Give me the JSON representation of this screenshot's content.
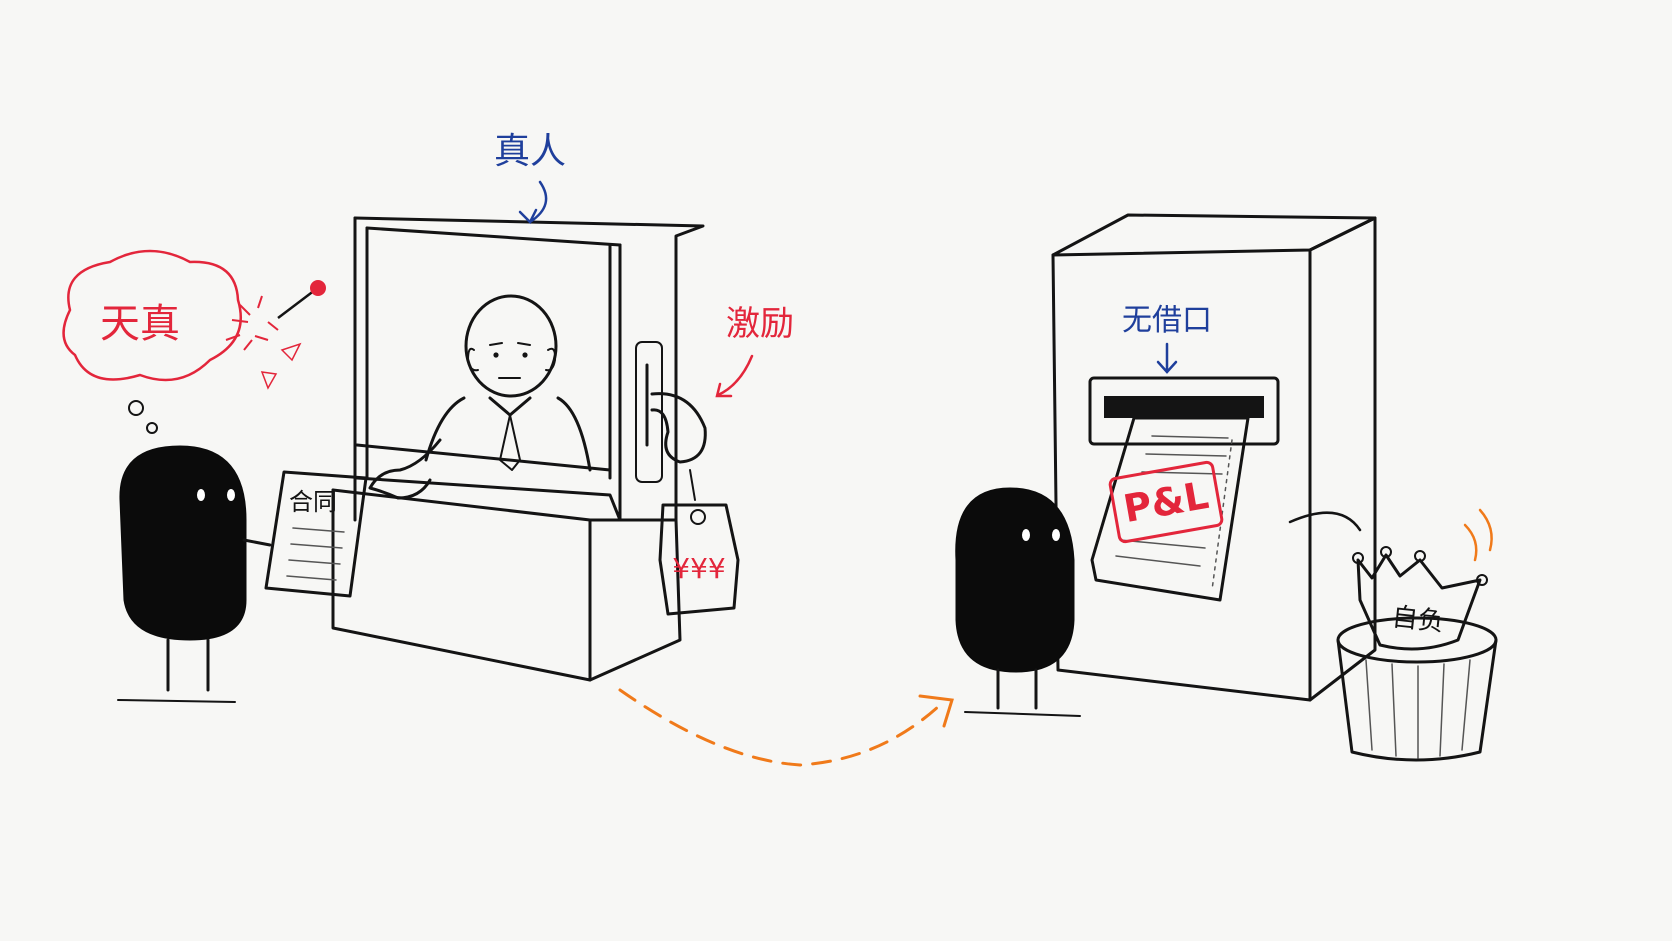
{
  "scene_left": {
    "thought_bubble_text": "天真",
    "document_text": "合同",
    "annotation_top": "真人",
    "annotation_incentive": "激励",
    "price_tag_text": "¥¥¥"
  },
  "scene_right": {
    "annotation_slot": "无借口",
    "receipt_stamp": "P&L",
    "crown_text": "自负"
  },
  "colors": {
    "ink": "#141414",
    "annotation_blue": "#1f3f9c",
    "annotation_red": "#e3263b",
    "arrow_orange": "#f07a1a",
    "background": "#f7f7f5"
  },
  "icons": [
    "pin-icon",
    "thought-bubble-icon",
    "crown-icon",
    "trash-bin-icon",
    "dashed-arrow-icon"
  ]
}
